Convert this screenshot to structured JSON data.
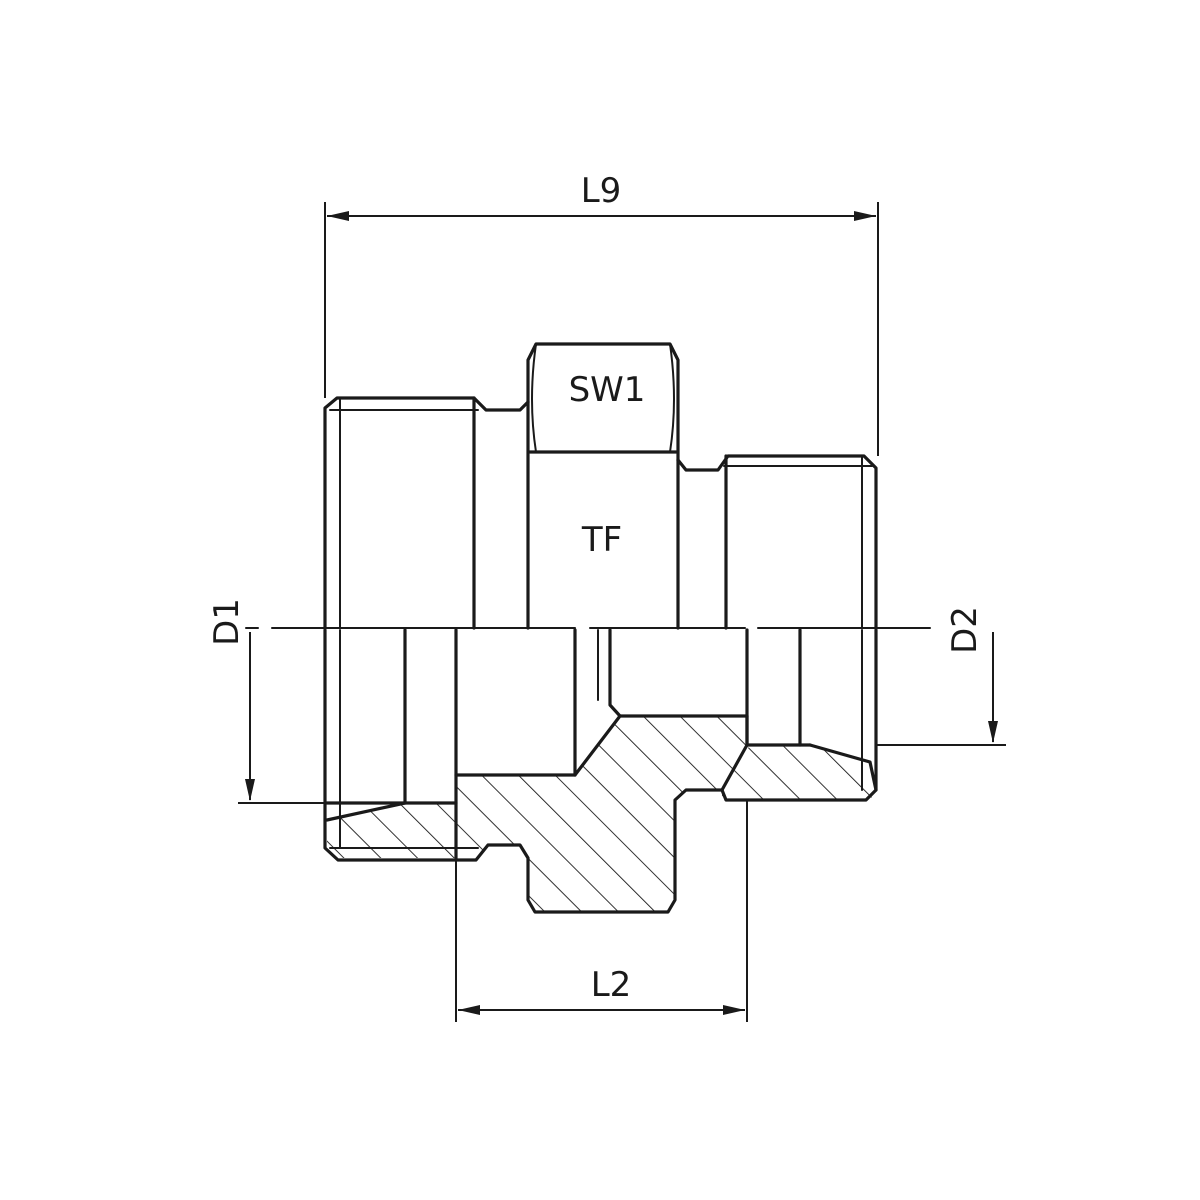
{
  "labels": {
    "overall_length": "L9",
    "wrench_size": "SW1",
    "body_marking": "TF",
    "diameter_left": "D1",
    "diameter_right": "D2",
    "inner_length": "L2"
  },
  "colors": {
    "line": "#1a1a1a",
    "background": "#ffffff"
  }
}
